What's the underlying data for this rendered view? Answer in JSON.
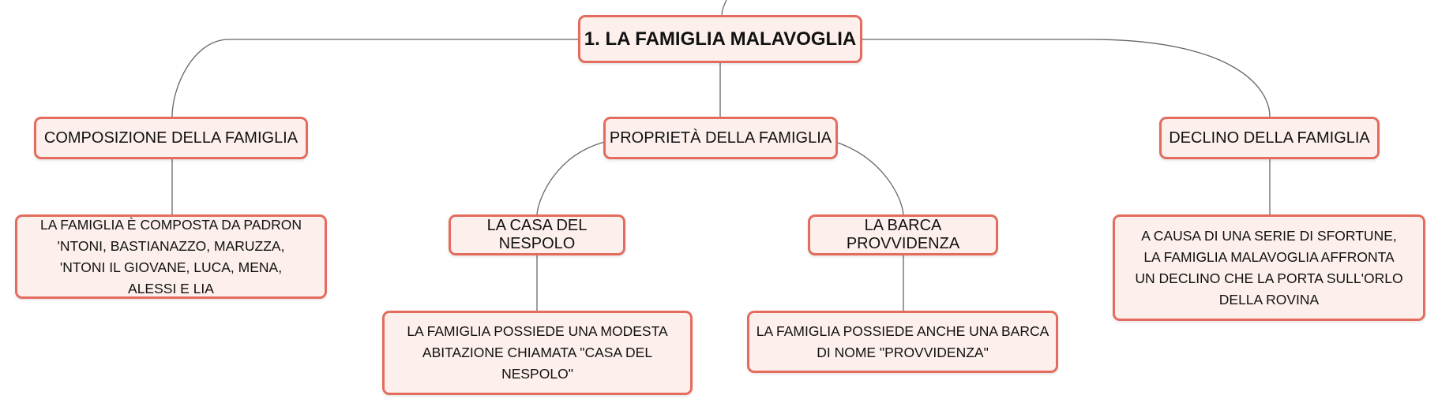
{
  "colors": {
    "node_border": "#e36c5e",
    "node_fill": "#fdf0ec",
    "connector": "#666666"
  },
  "root": {
    "title": "1. LA FAMIGLIA MALAVOGLIA"
  },
  "branches": {
    "composition": {
      "label": "COMPOSIZIONE DELLA FAMIGLIA",
      "detail": "LA FAMIGLIA È COMPOSTA DA PADRON 'NTONI, BASTIANAZZO, MARUZZA, 'NTONI IL GIOVANE, LUCA, MENA, ALESSI E LIA"
    },
    "property": {
      "label": "PROPRIETÀ DELLA FAMIGLIA",
      "house": {
        "label": "LA CASA DEL NESPOLO",
        "detail": "LA FAMIGLIA POSSIEDE UNA MODESTA ABITAZIONE CHIAMATA \"CASA DEL NESPOLO\""
      },
      "boat": {
        "label": "LA BARCA PROVVIDENZA",
        "detail": "LA FAMIGLIA POSSIEDE ANCHE UNA BARCA DI NOME \"PROVVIDENZA\""
      }
    },
    "decline": {
      "label": "DECLINO DELLA FAMIGLIA",
      "detail": "A CAUSA DI UNA SERIE DI SFORTUNE, LA FAMIGLIA MALAVOGLIA AFFRONTA UN DECLINO CHE LA PORTA SULL'ORLO DELLA ROVINA"
    }
  }
}
